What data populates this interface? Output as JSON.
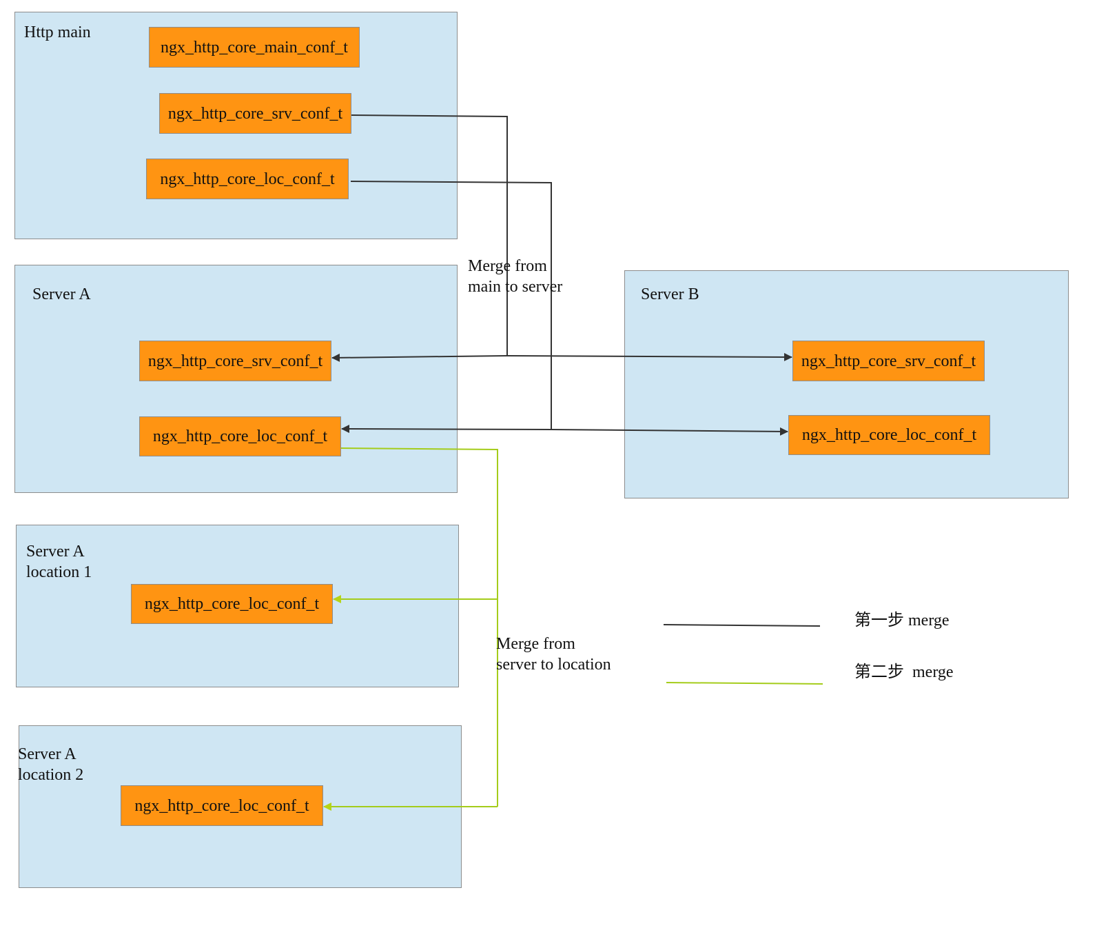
{
  "panels": {
    "http_main": {
      "title": "Http main",
      "main_conf": "ngx_http_core_main_conf_t",
      "srv_conf": "ngx_http_core_srv_conf_t",
      "loc_conf": "ngx_http_core_loc_conf_t"
    },
    "server_a": {
      "title": "Server A",
      "srv_conf": "ngx_http_core_srv_conf_t",
      "loc_conf": "ngx_http_core_loc_conf_t"
    },
    "server_b": {
      "title": "Server B",
      "srv_conf": "ngx_http_core_srv_conf_t",
      "loc_conf": "ngx_http_core_loc_conf_t"
    },
    "server_a_location1": {
      "title": "Server A\nlocation 1",
      "loc_conf": "ngx_http_core_loc_conf_t"
    },
    "server_a_location2": {
      "title": "Server A\nlocation 2",
      "loc_conf": "ngx_http_core_loc_conf_t"
    }
  },
  "annotations": {
    "merge_main_to_server": "Merge from\nmain to server",
    "merge_server_to_location": "Merge from\nserver to location"
  },
  "legend": {
    "step1": "第一步 merge",
    "step2": "第二步  merge"
  },
  "colors": {
    "panel_fill": "#cfe6f3",
    "conf_fill": "#ff9412",
    "step1_line": "#333333",
    "step2_line": "#a4cc1a"
  }
}
